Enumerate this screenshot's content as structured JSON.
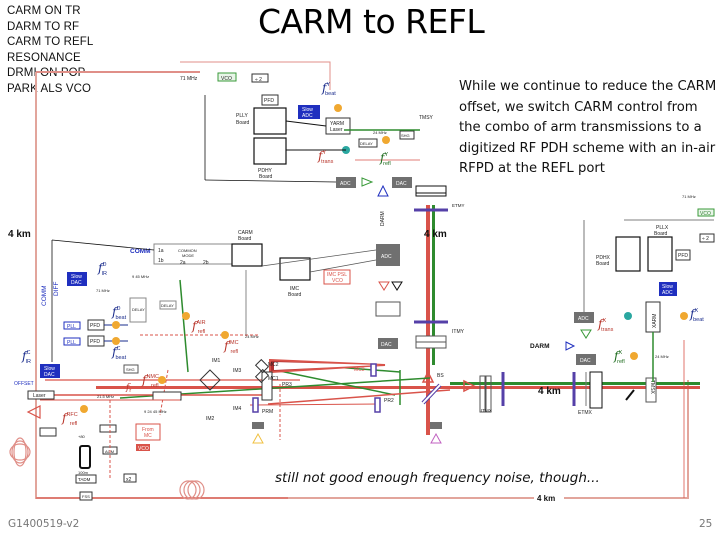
{
  "slide": {
    "title": "CARM to REFL",
    "menu": [
      "CARM ON TR",
      "DARM TO RF",
      "CARM TO REFL",
      "RESONANCE",
      "DRMI ON POP",
      "PARK ALS VCO"
    ],
    "description": "While we continue to reduce the CARM offset, we switch CARM control from the combo of arm transmissions to a digitized RF PDH scheme with an in-air RFPD at the REFL port",
    "caption": "still not good enough frequency noise, though...",
    "doc_number": "G1400519-v2",
    "page_number": "25"
  },
  "colors": {
    "arm_red": "#d9534a",
    "arm_green": "#2e8b2e",
    "slow_blue": "#1f2fbf",
    "dark_box": "#707070",
    "mirror_purple": "#5540a8",
    "vco_green": "#3a9a3a",
    "frame_pink": "#e2a59c",
    "signal_blue": "#1a2c8c",
    "beat_orange": "#f0a830",
    "trans_teal": "#2aa7a0"
  },
  "diagram": {
    "arm_length_labels": [
      "4 km",
      "4 km",
      "4 km",
      "4 km"
    ],
    "y_end": {
      "freq_vco": "71 MHz",
      "vco": "VCO",
      "divider": "÷ 2",
      "pfd": "PFD",
      "pll_board": [
        "PLLY",
        "Board"
      ],
      "slow_adc": [
        "Slow",
        "ADC"
      ],
      "laser": [
        "YARM",
        "Laser"
      ],
      "pdh_board": [
        "PDHY",
        "Board"
      ],
      "adc": "ADC",
      "dac": "DAC",
      "delay": "DELAY",
      "shg": "SHG",
      "freq_24": "24 MHz",
      "tms": "TMSY",
      "etm": "ETMY",
      "darm": "DARM",
      "f_beat": {
        "main": "f",
        "sup": "Y",
        "sub": "beat"
      },
      "f_trans": {
        "main": "f",
        "sup": "Y",
        "sub": "trans"
      },
      "f_refl": {
        "main": "f",
        "sup": "Y",
        "sub": "refl"
      }
    },
    "x_end": {
      "freq_vco": "71 MHz",
      "vco": "VCO",
      "divider": "÷ 2",
      "pfd": "PFD",
      "pll_board": [
        "PLLX",
        "Board"
      ],
      "slow_adc": [
        "Slow",
        "ADC"
      ],
      "laser": [
        "XARM",
        "Laser"
      ],
      "pdh_board": [
        "PDHX",
        "Board"
      ],
      "adc": "ADC",
      "dac": "DAC",
      "darm": "DARM",
      "tms": "TMSX",
      "etm": "ETMX",
      "freq_24": "24 MHz",
      "f_beat": {
        "main": "f",
        "sup": "X",
        "sub": "beat"
      },
      "f_trans": {
        "main": "f",
        "sup": "X",
        "sub": "trans"
      },
      "f_refl": {
        "main": "f",
        "sup": "X",
        "sub": "refl"
      }
    },
    "corner": {
      "carm_board": [
        "CARM",
        "Board"
      ],
      "common_mode": [
        "COMMON",
        "MODE"
      ],
      "cm_ports": [
        "1a",
        "1b",
        "2a",
        "2b"
      ],
      "imc_board": [
        "IMC",
        "Board"
      ],
      "vco_imc": [
        "IMC PSL",
        "VCO"
      ],
      "adc": "ADC",
      "dac": "DAC",
      "comm": "COMM",
      "diff": "DIFF",
      "slow_dac_top": [
        "Slow",
        "DAC"
      ],
      "slow_dac_bottom": [
        "Slow",
        "DAC"
      ],
      "pll_top": "PLL",
      "pll_bottom": "PLL",
      "pfd_top": "PFD",
      "pfd_bottom": "PFD",
      "delay_left": "DELAY",
      "delay_mc": "DELAY",
      "freq_71": "71 MHz",
      "freq_24": "24 MHz",
      "freq_9_45": "9  45 MHz",
      "freq_9_24_45": "9   24   45 MHz",
      "shg": "SHG",
      "offset": "OFFSET",
      "laser": "Laser",
      "fiber_freq": "21.5 MHz",
      "aom": "AOM",
      "aom_shift": "+80",
      "from_mc": [
        "From",
        "MC"
      ],
      "vco_bottom": "VCO",
      "x2": "x2",
      "tadm": "TADM",
      "fss": "FSS",
      "fiber_len": "100m",
      "rfpd": "RFPD",
      "f_ir_d": {
        "main": "f",
        "sup": "D",
        "sub": "IR"
      },
      "f_ir_c": {
        "main": "f",
        "sup": "C",
        "sub": "IR"
      },
      "f_beat_d": {
        "main": "f",
        "sup": "D",
        "sub": "beat"
      },
      "f_beat_c": {
        "main": "f",
        "sup": "C",
        "sub": "beat"
      },
      "f_air": {
        "main": "f",
        "sup": "AIR",
        "sub": "refl"
      },
      "f_imc": {
        "main": "f",
        "sup": "IMC",
        "sub": "refl"
      },
      "f_nmc": {
        "main": "f",
        "sup": "NMC",
        "sub": "refl"
      },
      "f_rfc": {
        "main": "f",
        "sup": "RFC",
        "sub": "refl"
      },
      "f_r": {
        "main": "f",
        "sub": "r"
      },
      "mirrors": [
        "IM1",
        "IM2",
        "IM3",
        "IM4",
        "MC2",
        "MC1",
        "MC3",
        "PR3",
        "PR2",
        "PRM",
        "BS",
        "ITMY",
        "ITMX"
      ]
    }
  }
}
